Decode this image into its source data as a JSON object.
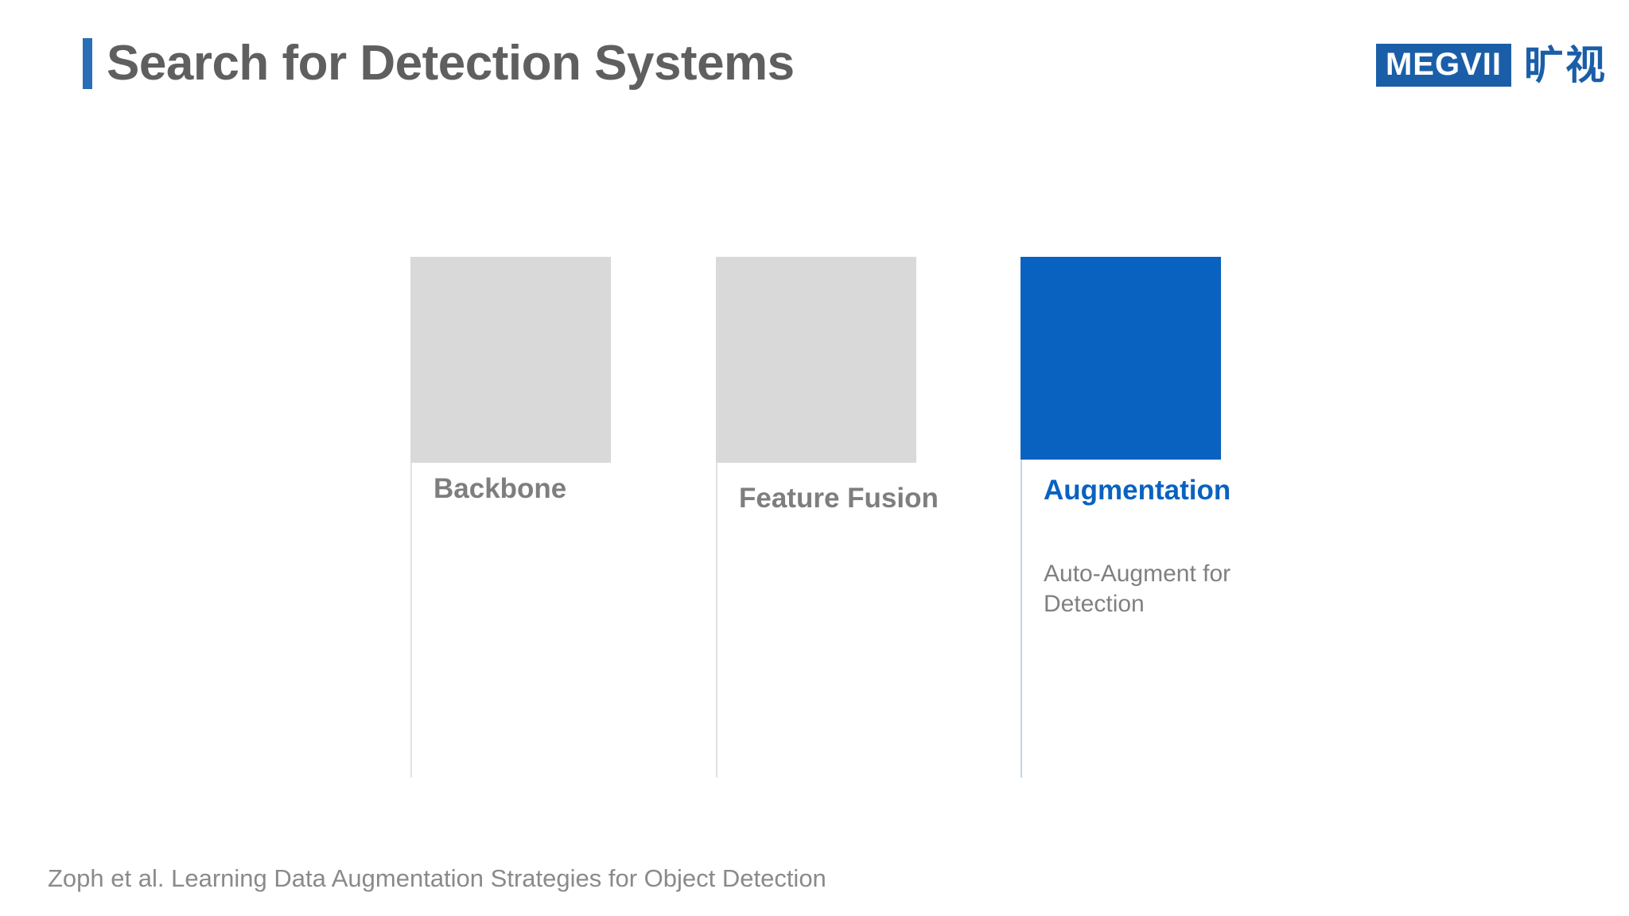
{
  "slide": {
    "title": "Search for Detection Systems",
    "accent_color": "#2A6EB5",
    "title_color": "#5F5F5F",
    "background": "#ffffff"
  },
  "brand": {
    "mark_text": "MEGVII",
    "cn_text": "旷视",
    "color": "#1B5EA8"
  },
  "columns": [
    {
      "label": "Backbone",
      "swatch_color": "#D9D9D9",
      "note": "",
      "highlighted": false
    },
    {
      "label": "Feature Fusion",
      "swatch_color": "#D9D9D9",
      "note": "",
      "highlighted": false
    },
    {
      "label": "Augmentation",
      "swatch_color": "#0962C0",
      "note": "Auto-Augment for Detection",
      "highlighted": true
    }
  ],
  "footer": {
    "citation": "Zoph et al. Learning Data Augmentation Strategies for Object Detection",
    "color": "#8A8A8A"
  }
}
